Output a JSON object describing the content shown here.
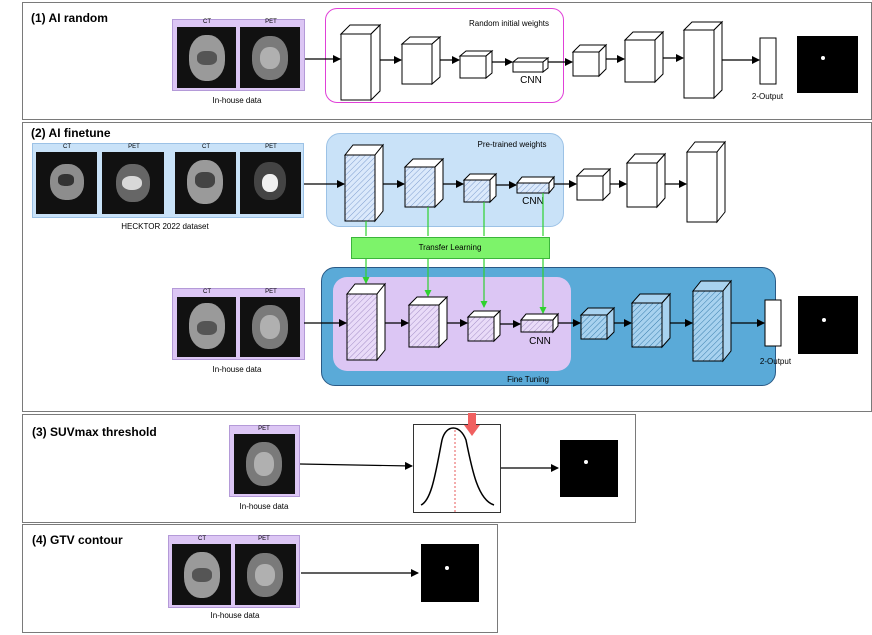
{
  "panel1": {
    "title": "(1) AI random",
    "ct": "CT",
    "pet": "PET",
    "source": "In-house data",
    "box_label": "Random initial weights",
    "cnn": "CNN",
    "output": "2-Output"
  },
  "panel2": {
    "title": "(2) AI finetune",
    "ct1": "CT",
    "pet1": "PET",
    "ct2": "CT",
    "pet2": "PET",
    "dataset": "HECKTOR 2022 dataset",
    "pretrained": "Pre-trained weights",
    "cnn_top": "CNN",
    "transfer": "Transfer Learning",
    "ct3": "CT",
    "pet3": "PET",
    "source": "In-house data",
    "cnn_bottom": "CNN",
    "fine_tuning": "Fine Tuning",
    "output": "2-Output"
  },
  "panel3": {
    "title": "(3) SUVmax threshold",
    "pet": "PET",
    "source": "In-house data"
  },
  "panel4": {
    "title": "(4) GTV contour",
    "ct": "CT",
    "pet": "PET",
    "source": "In-house data"
  },
  "colors": {
    "random_box": "#e040d8",
    "pretrained_bg": "#c9e2f8",
    "finetune_bg": "#5aaad8",
    "inhouse_bg": "#dcc6f4",
    "transfer_bg": "#7df36a",
    "transfer_arrow": "#2fd12f",
    "threshold_arrow": "#f06060",
    "threshold_line": "#e23030"
  }
}
